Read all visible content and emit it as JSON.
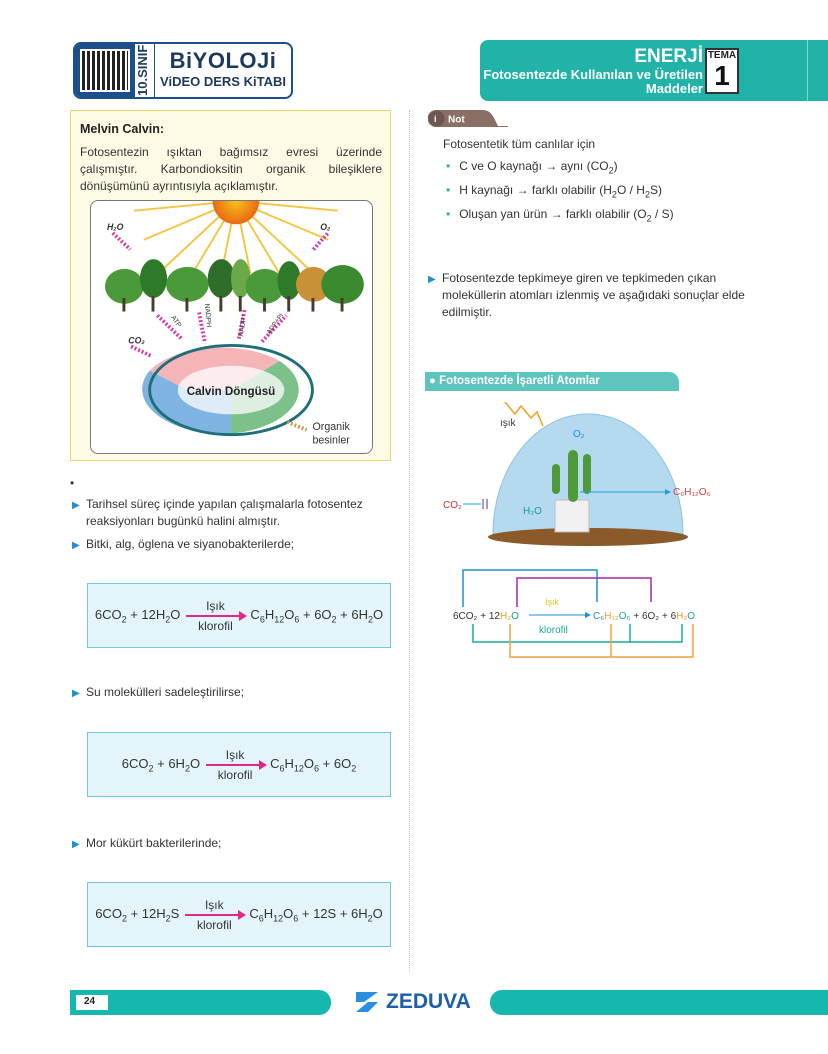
{
  "header": {
    "grade": "10.SINIF",
    "title": "BiYOLOJi",
    "subtitle": "ViDEO DERS KiTABI",
    "unit": "ENERJİ",
    "topic": "Fotosentezde Kullanılan ve Üretilen Maddeler",
    "tema_label": "TEMA",
    "tema_number": "1"
  },
  "calvin": {
    "title": "Melvin Calvin:",
    "text": "Fotosentezin ışıktan bağımsız evresi üzerinde çalışmıştır. Karbondioksitin organik bileşiklere dönüşümünü ayrıntısıyla açıklamıştır.",
    "labels": {
      "h2o": "H₂O",
      "o2": "O₂",
      "co2": "CO₂",
      "atp": "ATP",
      "nadph": "NADPH",
      "nadp": "NADP⁺",
      "adp": "ADP+Pi",
      "cycle": "Calvin Döngüsü",
      "organic1": "Organik",
      "organic2": "besinler"
    }
  },
  "left": {
    "bullet_dot": "•",
    "p1": "Tarihsel süreç içinde yapılan çalışmalarla fotosentez reaksiyonları bugünkü halini almıştır.",
    "p2": "Bitki, alg, öglena ve siyanobakterilerde;",
    "p3": "Su molekülleri sadeleştirilirse;",
    "p4": "Mor kükürt bakterilerinde;",
    "arrow_top": "Işık",
    "arrow_bottom": "klorofil",
    "eq1": {
      "lhs": [
        [
          "6CO",
          ""
        ],
        [
          "2",
          "s"
        ],
        [
          " + 12H",
          ""
        ],
        [
          "2",
          "s"
        ],
        [
          "O",
          ""
        ]
      ],
      "rhs": [
        [
          "C",
          ""
        ],
        [
          "6",
          "s"
        ],
        [
          "H",
          ""
        ],
        [
          "12",
          "s"
        ],
        [
          "O",
          ""
        ],
        [
          "6",
          "s"
        ],
        [
          " + 6O",
          ""
        ],
        [
          "2",
          "s"
        ],
        [
          " + 6H",
          ""
        ],
        [
          "2",
          "s"
        ],
        [
          "O",
          ""
        ]
      ]
    },
    "eq2": {
      "lhs": [
        [
          "6CO",
          ""
        ],
        [
          "2",
          "s"
        ],
        [
          " + 6H",
          ""
        ],
        [
          "2",
          "s"
        ],
        [
          "O",
          ""
        ]
      ],
      "rhs": [
        [
          "C",
          ""
        ],
        [
          "6",
          "s"
        ],
        [
          "H",
          ""
        ],
        [
          "12",
          "s"
        ],
        [
          "O",
          ""
        ],
        [
          "6",
          "s"
        ],
        [
          " + 6O",
          ""
        ],
        [
          "2",
          "s"
        ]
      ]
    },
    "eq3": {
      "lhs": [
        [
          "6CO",
          ""
        ],
        [
          "2",
          "s"
        ],
        [
          " + 12H",
          ""
        ],
        [
          "2",
          "s"
        ],
        [
          "S",
          ""
        ]
      ],
      "rhs": [
        [
          "C",
          ""
        ],
        [
          "6",
          "s"
        ],
        [
          "H",
          ""
        ],
        [
          "12",
          "s"
        ],
        [
          "O",
          ""
        ],
        [
          "6",
          "s"
        ],
        [
          " + 12S + 6H",
          ""
        ],
        [
          "2",
          "s"
        ],
        [
          "O",
          ""
        ]
      ]
    }
  },
  "note": {
    "tab": "Not",
    "intro": "Fotosentetik tüm canlılar için",
    "items": [
      [
        [
          "C ve O kaynağı → aynı (CO",
          ""
        ],
        [
          "2",
          "s"
        ],
        [
          ")",
          ""
        ]
      ],
      [
        [
          "H kaynağı → farklı olabilir (H",
          ""
        ],
        [
          "2",
          "s"
        ],
        [
          "O / H",
          ""
        ],
        [
          "2",
          "s"
        ],
        [
          "S)",
          ""
        ]
      ],
      [
        [
          "Oluşan yan ürün → farklı olabilir (O",
          ""
        ],
        [
          "2",
          "s"
        ],
        [
          " / S)",
          ""
        ]
      ]
    ],
    "para": "Fotosentezde tepkimeye giren ve tepkimeden çıkan moleküllerin atomları izlenmiş ve aşağıdaki sonuçlar elde edilmiştir."
  },
  "section": {
    "title": "Fotosentezde İşaretli Atomlar",
    "light": "ışık",
    "o2": "O₂",
    "co2": "CO₂",
    "h2o": "H₂O",
    "glucose": "C₆H₁₂O₆",
    "eq_lhs1": "6CO₂",
    "eq_plus": " + 12",
    "eq_h": "H₂",
    "eq_o": "O",
    "eq_light": "Işık",
    "eq_klorofil": "klorofil",
    "eq_c6": "C₆",
    "eq_h12": "H₁₂",
    "eq_o6": "O₆",
    "eq_o2": " + 6O₂",
    "eq_plus6": " + 6",
    "eq_h2": "H₂",
    "eq_o_end": "O"
  },
  "footer": {
    "page": "24",
    "logo": "ZEDUVA"
  },
  "colors": {
    "teal": "#21b3a8",
    "navy": "#1d3a5c",
    "pink": "#e0288a",
    "blue": "#1f8fd0"
  }
}
